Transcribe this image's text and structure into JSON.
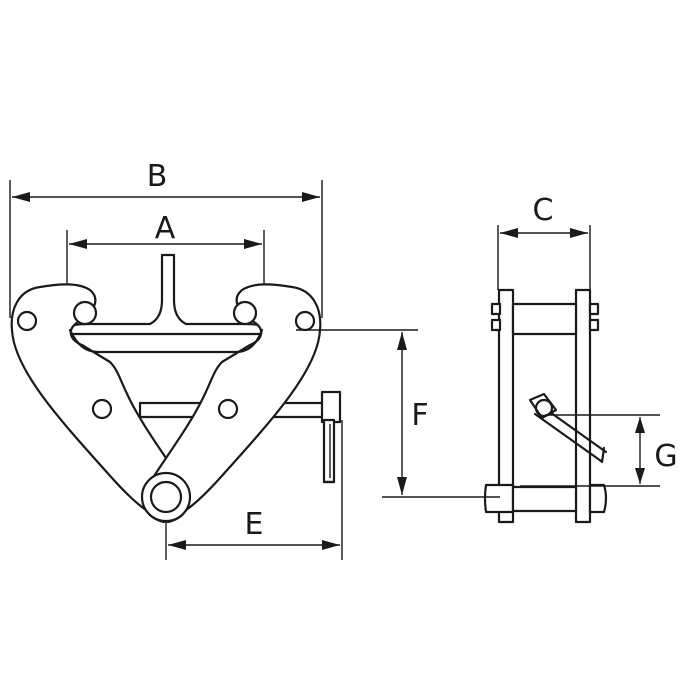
{
  "labels": {
    "a": "A",
    "b": "B",
    "c": "C",
    "e": "E",
    "f": "F",
    "g": "G"
  },
  "colors": {
    "ink": "#1a1a1a",
    "background": "#ffffff"
  }
}
